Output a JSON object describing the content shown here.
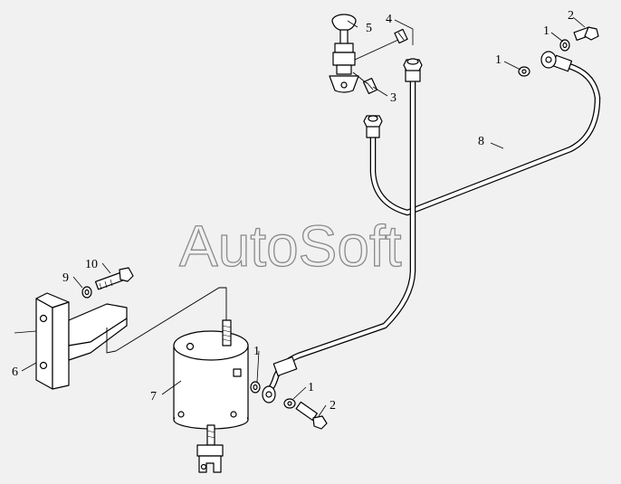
{
  "watermark": "AutoSoft",
  "callouts": {
    "c1a": "1",
    "c1b": "1",
    "c1c": "1",
    "c1d": "1",
    "c2a": "2",
    "c2b": "2",
    "c3": "3",
    "c4": "4",
    "c5": "5",
    "c6": "6",
    "c7": "7",
    "c8": "8",
    "c9": "9",
    "c10": "10"
  }
}
